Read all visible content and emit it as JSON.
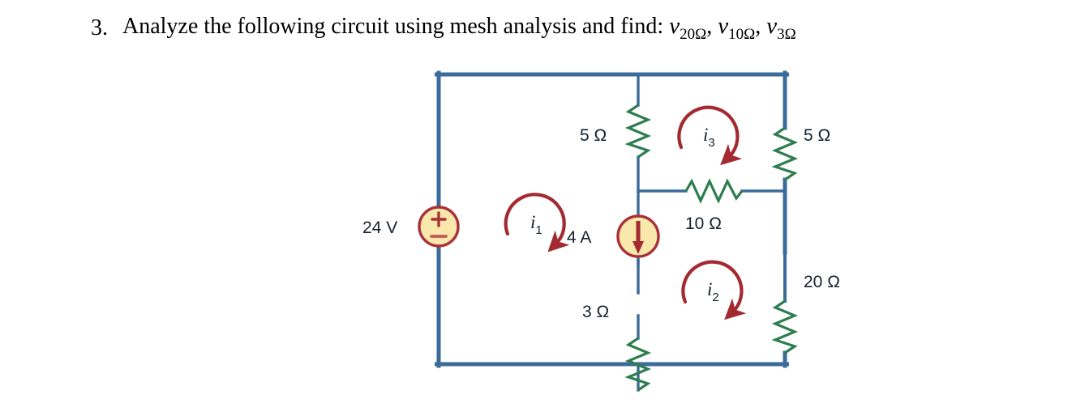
{
  "heading": {
    "number": "3.",
    "text_before": "Analyze the following circuit using mesh analysis and find:",
    "variables": [
      {
        "symbol": "v",
        "subscript": "20Ω"
      },
      {
        "symbol": "v",
        "subscript": "10Ω"
      },
      {
        "symbol": "v",
        "subscript": "3Ω"
      }
    ],
    "separator": ", "
  },
  "circuit": {
    "sources": {
      "voltage_source": {
        "label": "24 V",
        "plus_sign": "+",
        "minus_sign": "−",
        "type": "dc-voltage-source"
      },
      "current_source": {
        "label": "4 A",
        "direction": "down",
        "type": "dc-current-source"
      }
    },
    "resistors": [
      {
        "name": "r-5ohm-top-middle",
        "label": "5 Ω",
        "orientation": "vertical"
      },
      {
        "name": "r-5ohm-top-right",
        "label": "5 Ω",
        "orientation": "vertical"
      },
      {
        "name": "r-10ohm-middle",
        "label": "10 Ω",
        "orientation": "horizontal"
      },
      {
        "name": "r-20ohm-right",
        "label": "20 Ω",
        "orientation": "vertical"
      },
      {
        "name": "r-3ohm-bottom-middle",
        "label": "3 Ω",
        "orientation": "vertical"
      }
    ],
    "mesh_currents": [
      {
        "symbol": "i",
        "subscript": "1",
        "direction": "clockwise"
      },
      {
        "symbol": "i",
        "subscript": "2",
        "direction": "clockwise"
      },
      {
        "symbol": "i",
        "subscript": "3",
        "direction": "clockwise"
      }
    ],
    "colors": {
      "wire": "#3B6B9A",
      "resistor": "#2E7D4F",
      "source_fill": "#F9E7AC",
      "source_stroke": "#A83238",
      "arrow": "#A32A31",
      "text": "#16212e"
    }
  }
}
